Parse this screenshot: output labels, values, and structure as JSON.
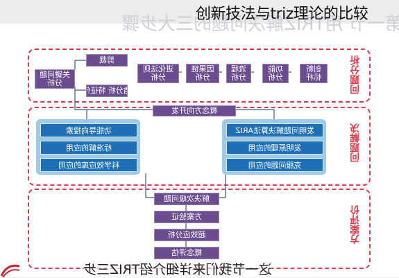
{
  "title": "创新技法与triz理论的比较",
  "ghost_title": "第一节 用TRIZ解决问题的三大步骤",
  "sections": {
    "analysis": "问题分析",
    "solving": "问题解决",
    "evaluation": "方案评价"
  },
  "analysis_boxes": {
    "chuangxin": "创新\n标杆",
    "gongneng": "功能\n分析",
    "liucheng": "流程\n分析",
    "yinguo": "因果链\n分析",
    "jinhua": "进化法则\n分析",
    "jiandan": "剪裁",
    "guanjian": "关键问题\n分析",
    "maodun": "矛盾分析\n特征传递"
  },
  "gainian": "概念方向开发",
  "right_panel": [
    "发明问题解决算法ARIZ",
    "发明原理的应用",
    "克服问题的应用"
  ],
  "left_panel": [
    "功能导向搜索",
    "标准解的应用",
    "科学效应库的应用"
  ],
  "eval_boxes": [
    "解决次级问题",
    "方案验证",
    "超效应分析",
    "概念评估"
  ],
  "caption": "这一节我们来详细介绍TRIZ三步"
}
